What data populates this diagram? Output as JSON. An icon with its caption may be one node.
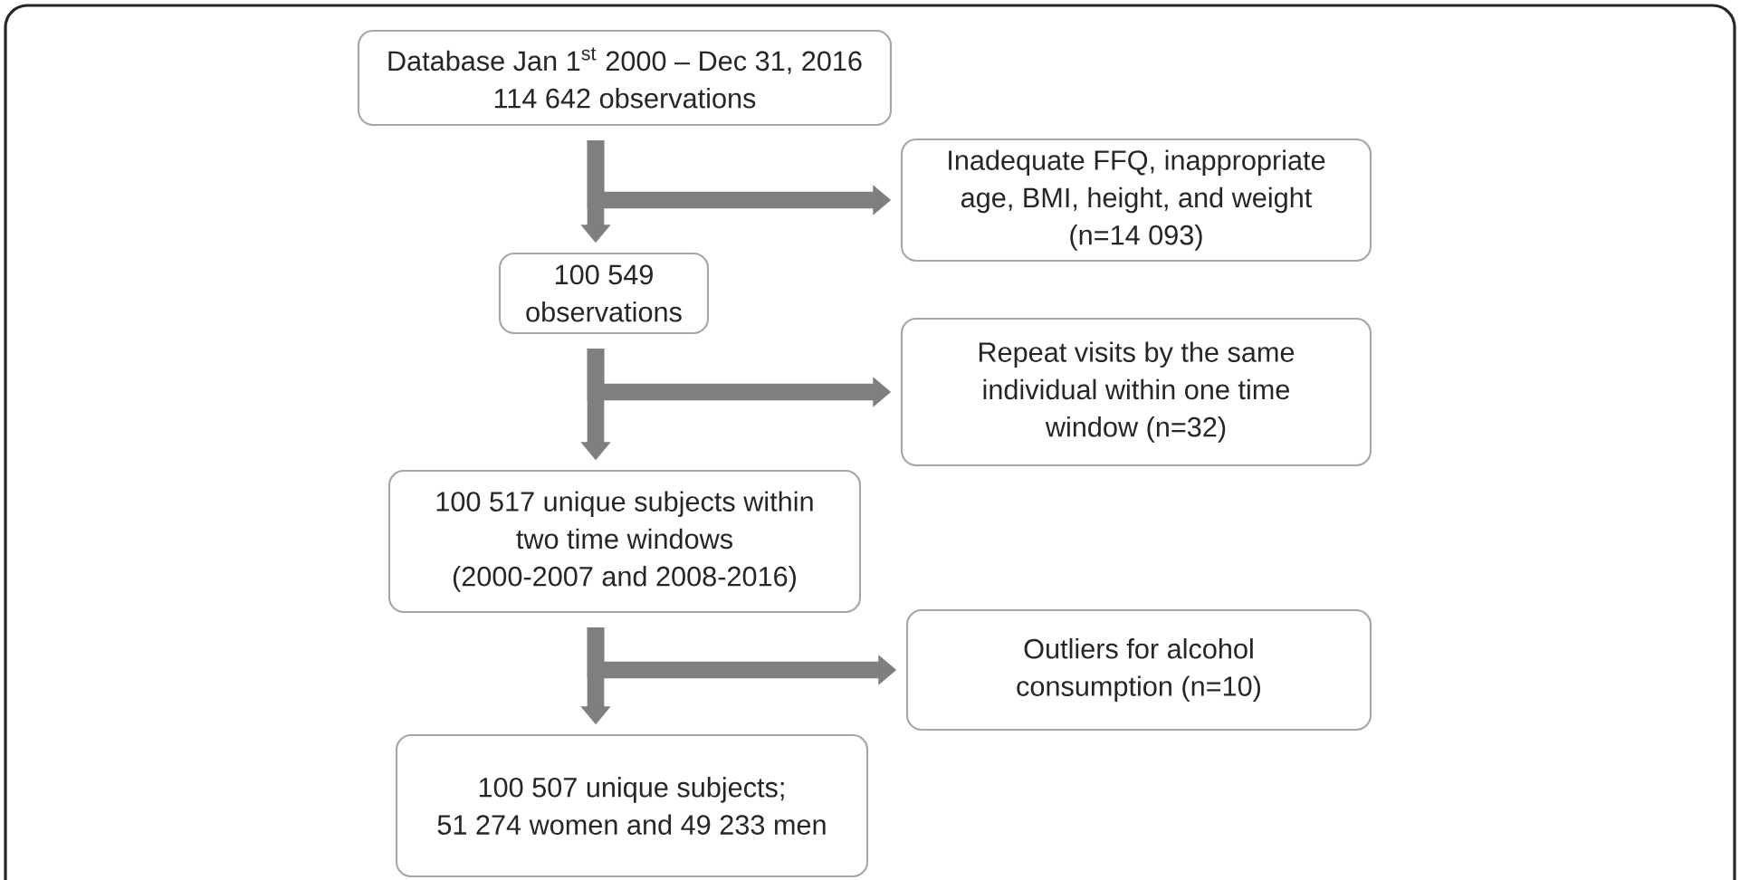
{
  "diagram": {
    "nodes": [
      {
        "text": [
          "Database Jan 1$^{st}$ 2000 – Dec 31, 2016 114 642 observations"
        ]
      },
      {
        "text": [
          "Inadequate FFQ, inappropriate age, BMI, height, and weight (n=14 093)"
        ]
      },
      {
        "text": [
          "100 549 observations"
        ]
      },
      {
        "text": [
          "Repeat visits by the same individual within one time window (n=32)"
        ]
      },
      {
        "text": [
          "100 517 unique subjects within two time windows",
          "(2000-2007 and 2008-2016)"
        ]
      },
      {
        "text": [
          "Outliers for alcohol consumption (n=10)"
        ]
      },
      {
        "text": [
          "100 507 unique subjects;",
          "51 274 women and 49 233 men"
        ]
      }
    ],
    "edges": [
      {
        "from": 0,
        "to": 2,
        "arrow": "to"
      },
      {
        "from": 0,
        "to": 1,
        "arrow": "to"
      },
      {
        "from": 2,
        "to": 4,
        "arrow": "to"
      },
      {
        "from": 2,
        "to": 3,
        "arrow": "to"
      },
      {
        "from": 4,
        "to": 6,
        "arrow": "to"
      },
      {
        "from": 4,
        "to": 5,
        "arrow": "to"
      }
    ]
  }
}
